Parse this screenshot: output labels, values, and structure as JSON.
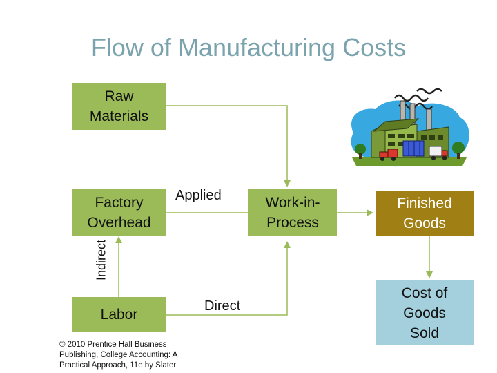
{
  "title": "Flow of Manufacturing Costs",
  "nodes": {
    "raw_materials": "Raw Materials",
    "factory_overhead": "Factory Overhead",
    "labor": "Labor",
    "work_in_process": "Work-in-Process",
    "finished_goods": "Finished Goods",
    "cost_of_goods_sold": "Cost of Goods Sold"
  },
  "edge_labels": {
    "applied": "Applied",
    "direct": "Direct",
    "indirect": "Indirect"
  },
  "copyright": "© 2010 Prentice Hall Business Publishing, College Accounting: A Practical Approach, 11e by Slater",
  "colors": {
    "title": "#7aa3ad",
    "green_box": "#9bbb59",
    "blue_box": "#a4d0dd",
    "gold_box": "#a08014",
    "connector": "#9bbb59"
  },
  "illustration": "factory-icon"
}
